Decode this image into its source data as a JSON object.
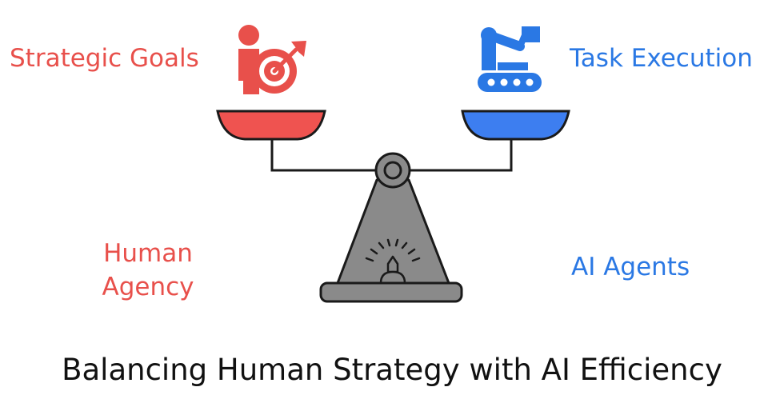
{
  "left_side": {
    "title": "Strategic Goals",
    "icon": "person-target-icon",
    "subtitle": "Human Agency",
    "color": "#e8504b"
  },
  "right_side": {
    "title": "Task Execution",
    "icon": "robot-arm-conveyor-icon",
    "subtitle": "AI Agents",
    "color": "#2a78e4"
  },
  "caption": "Balancing Human Strategy with AI Efficiency",
  "scale": {
    "fulcrum_color": "#8a8a8a",
    "outline_color": "#1a1a1a"
  }
}
